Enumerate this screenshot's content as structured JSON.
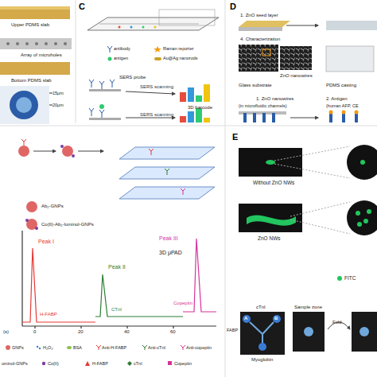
{
  "diagram": {
    "labels": [
      "Upper PDMS slab",
      "Array of microholes",
      "Bottom PDMS slab",
      "15μm",
      "20μm",
      "C",
      "SERS probe",
      "SERS scanning",
      "3D barcode",
      "SERS scanning",
      "D",
      "1. ZnO seed layer",
      "4. Characterization",
      "ZnO nanowires",
      "Glass substrate",
      "PDMS casting",
      "1. ZnO nanowires",
      "(in microfluidic channels)",
      "2. Antigen",
      "(human AFP, CE",
      "Ab₂-GNPs",
      "Co(II)-Ab₂-luminol-GNPs",
      "Peak I",
      "Peak II",
      "Peak III",
      "3D μPAD",
      "H-FABP",
      "CTnI",
      "Copeptin",
      "(s)",
      "0",
      "20",
      "40",
      "60",
      "E",
      "Without ZnO NWs",
      "ZnO NWs",
      "cTnI",
      "A",
      "B",
      "FABP",
      "Myoglobin",
      "Sample zone",
      "Fold"
    ],
    "legend": [
      {
        "text": "antibody"
      },
      {
        "text": "Raman reporter"
      },
      {
        "text": "antigen"
      },
      {
        "text": "Au@Ag nanorods"
      },
      {
        "text": "GNPs"
      },
      {
        "text": "H₂O₂"
      },
      {
        "text": "BSA"
      },
      {
        "text": "Anti-H-FABP"
      },
      {
        "text": "Anti-cTnI"
      },
      {
        "text": "Anti-copeptin"
      },
      {
        "text": "uminol-GNPs"
      },
      {
        "text": "Co(II)"
      },
      {
        "text": "H-FABP"
      },
      {
        "text": "cTnI"
      },
      {
        "text": "Copeptin"
      },
      {
        "text": "FITC",
        "color": "#22c55e"
      }
    ]
  }
}
